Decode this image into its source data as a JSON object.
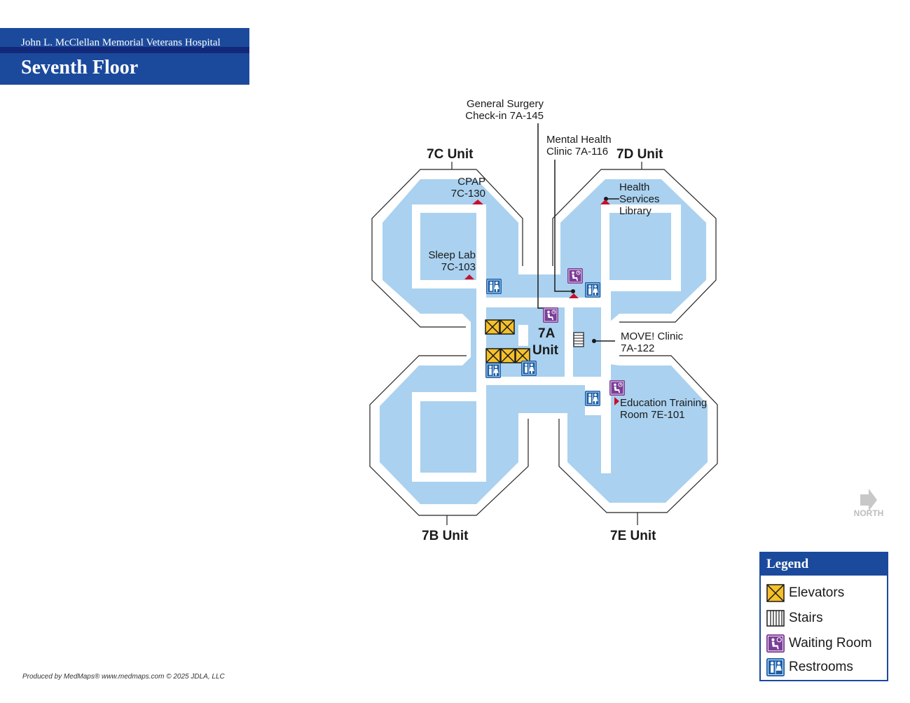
{
  "header": {
    "hospital_name": "John L. McClellan Memorial Veterans Hospital",
    "floor_title": "Seventh Floor"
  },
  "units": {
    "c": "7C Unit",
    "d": "7D Unit",
    "b": "7B Unit",
    "e": "7E Unit",
    "a_line1": "7A",
    "a_line2": "Unit"
  },
  "labels": {
    "general_surgery_1": "General Surgery",
    "general_surgery_2": "Check-in 7A-145",
    "mental_health_1": "Mental Health",
    "mental_health_2": "Clinic 7A-116",
    "cpap_1": "CPAP",
    "cpap_2": "7C-130",
    "health_lib_1": "Health",
    "health_lib_2": "Services",
    "health_lib_3": "Library",
    "sleep_lab_1": "Sleep Lab",
    "sleep_lab_2": "7C-103",
    "move_1": "MOVE! Clinic",
    "move_2": "7A-122",
    "education_1": "Education Training",
    "education_2": "Room 7E-101"
  },
  "legend": {
    "title": "Legend",
    "items": [
      {
        "label": "Elevators",
        "icon": "elevator-icon"
      },
      {
        "label": "Stairs",
        "icon": "stairs-icon"
      },
      {
        "label": "Waiting Room",
        "icon": "waiting-room-icon"
      },
      {
        "label": "Restrooms",
        "icon": "restroom-icon"
      }
    ]
  },
  "north_label": "NORTH",
  "credits": "Produced by MedMaps®  www.medmaps.com   © 2025 JDLA, LLC",
  "colors": {
    "header": "#1b4a9c",
    "floor_fill": "#aad1ef",
    "elevator": "#f5c02a",
    "waiting_room": "#7b3e98",
    "restroom": "#1a5fa8",
    "marker": "#c8102e"
  }
}
